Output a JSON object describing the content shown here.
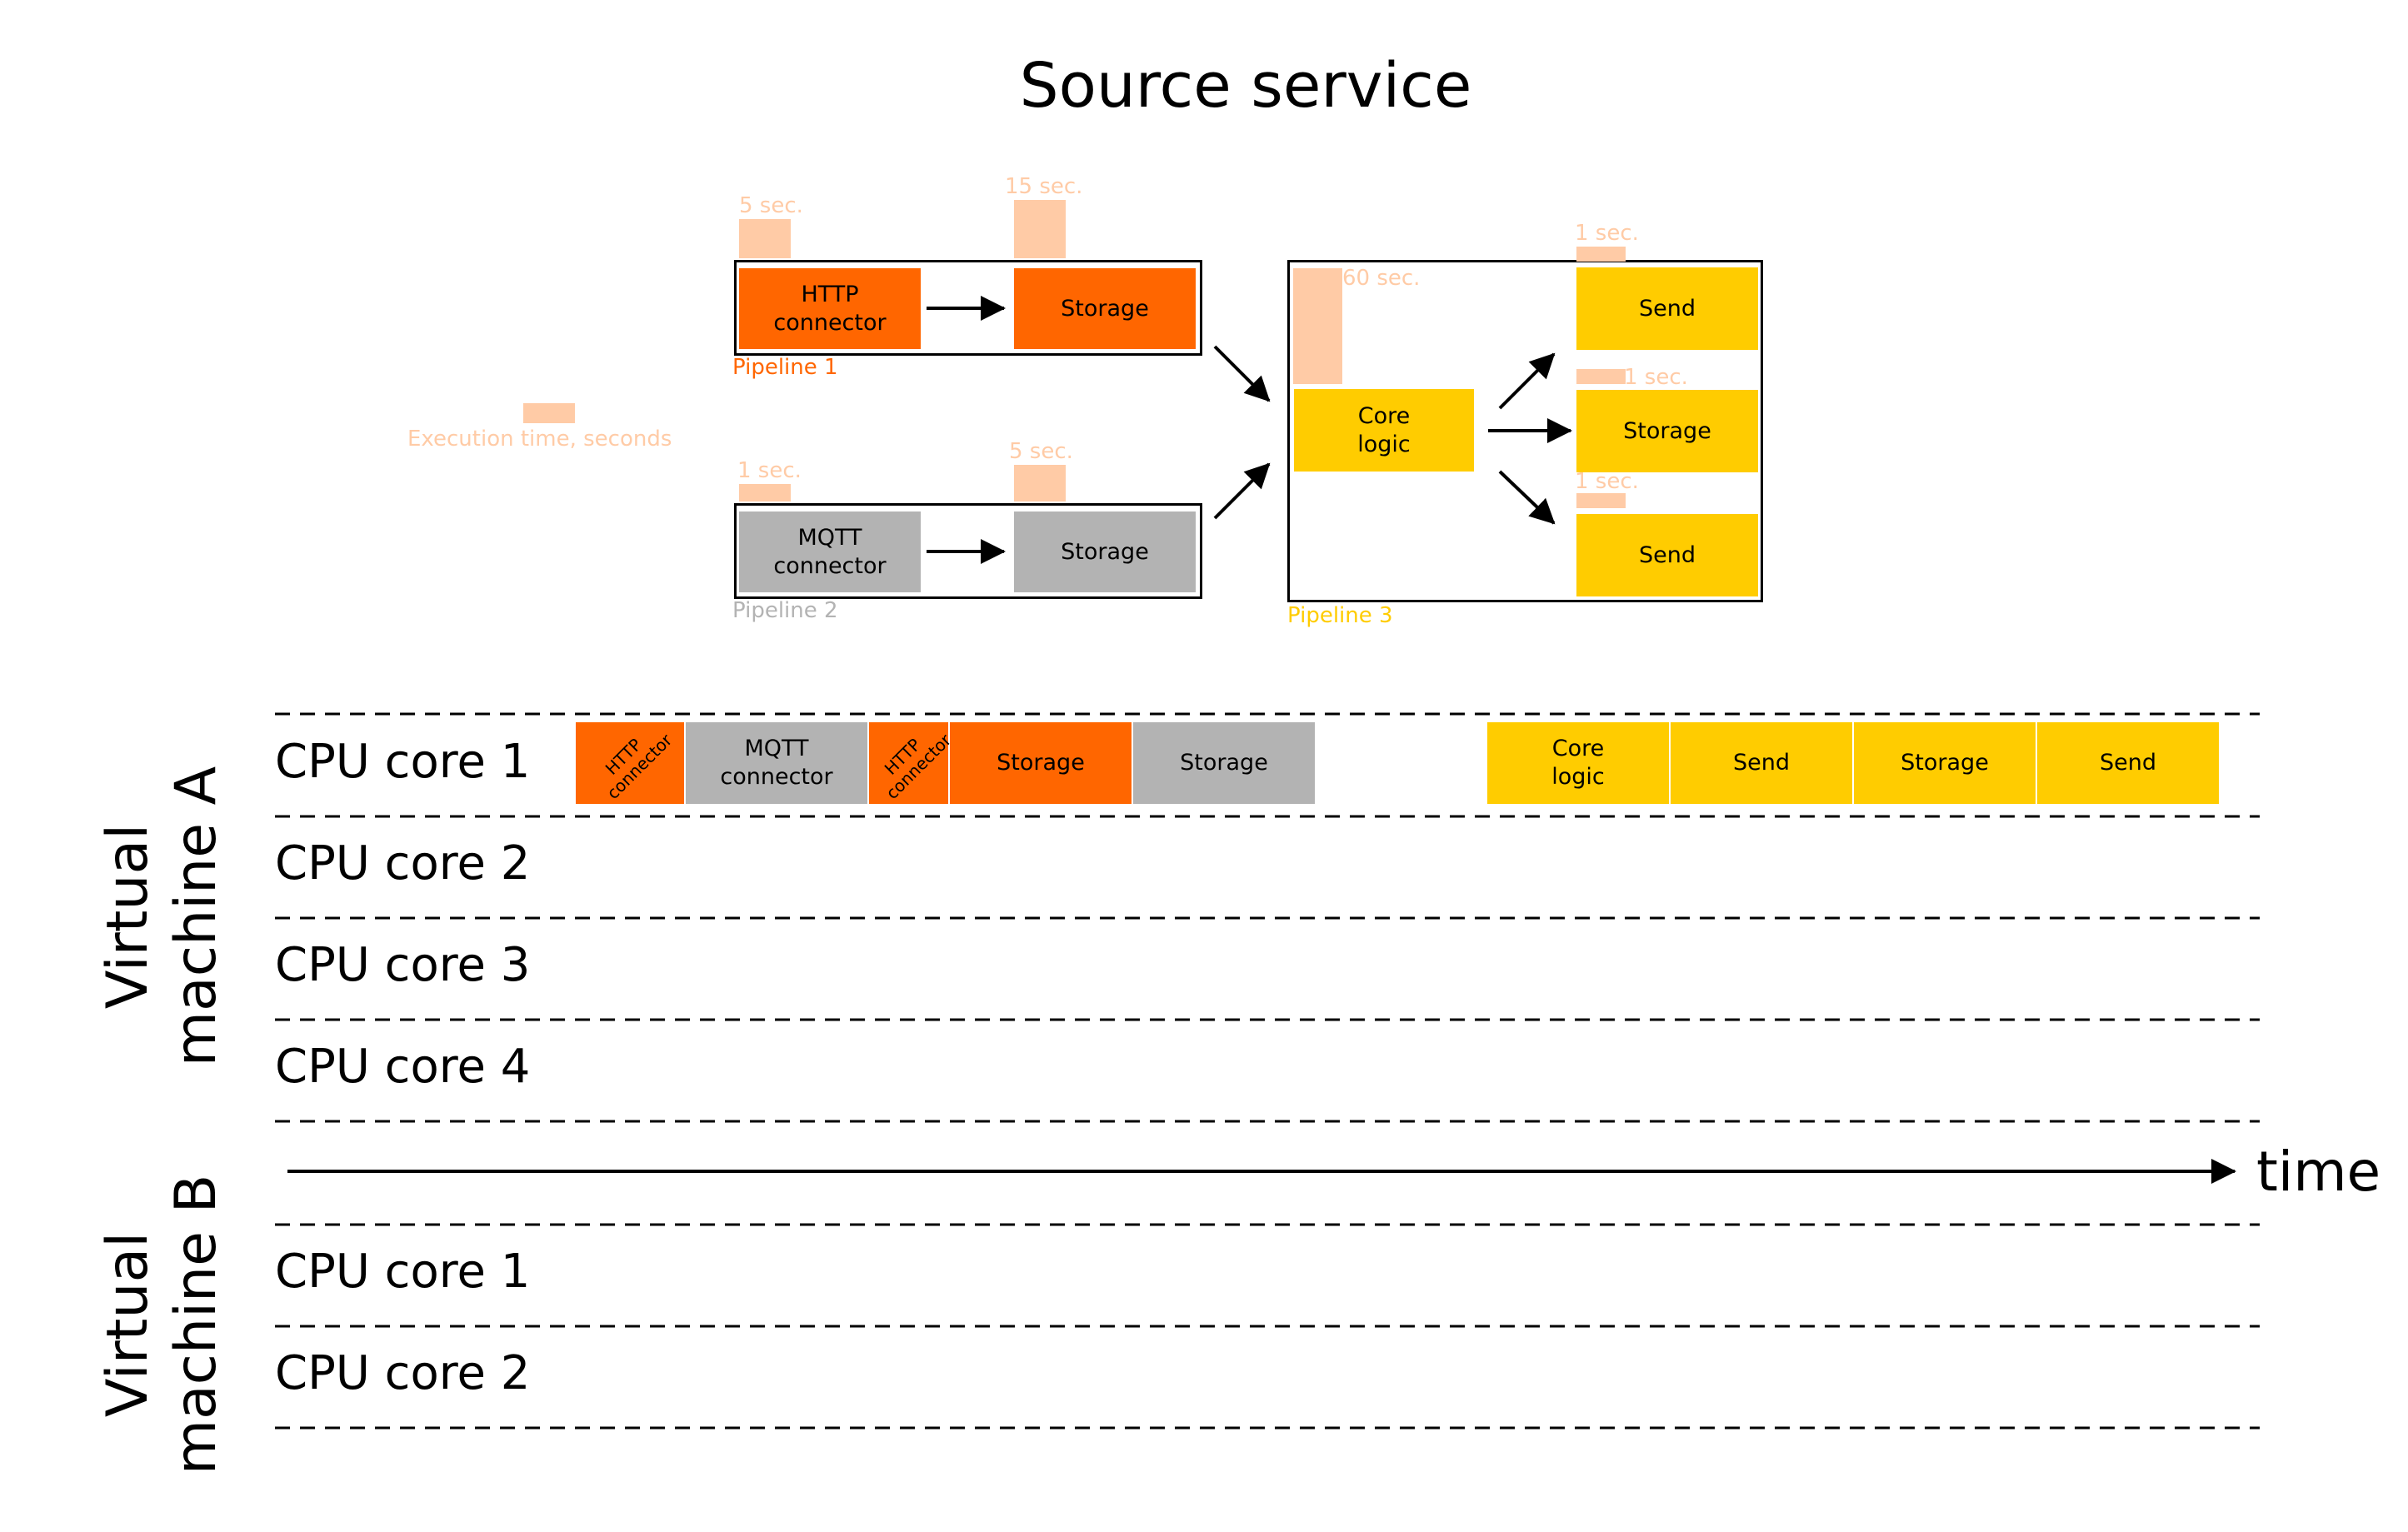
{
  "title": "Source service",
  "legend": {
    "label": "Execution time, seconds"
  },
  "pipelines": [
    {
      "label": "Pipeline 1",
      "color": "#ff6600",
      "stages": [
        {
          "label": "HTTP connector",
          "time": "5 sec."
        },
        {
          "label": "Storage",
          "time": "15 sec."
        }
      ]
    },
    {
      "label": "Pipeline 2",
      "color": "#b3b3b3",
      "stages": [
        {
          "label": "MQTT connector",
          "time": "1 sec."
        },
        {
          "label": "Storage",
          "time": "5 sec."
        }
      ]
    },
    {
      "label": "Pipeline 3",
      "color": "#ffcc00",
      "stages": [
        {
          "label": "Core logic",
          "time": "60 sec."
        },
        {
          "label": "Send",
          "time": "1 sec."
        },
        {
          "label": "Storage",
          "time": "1 sec."
        },
        {
          "label": "Send",
          "time": "1 sec."
        }
      ]
    }
  ],
  "timeline": {
    "vm_a": {
      "label": "Virtual machine A",
      "cores": [
        "CPU core 1",
        "CPU core 2",
        "CPU core 3",
        "CPU core 4"
      ]
    },
    "vm_b": {
      "label": "Virtual machine B",
      "cores": [
        "CPU core 1",
        "CPU core 2"
      ]
    },
    "axis_label": "time",
    "core1_tasks": [
      {
        "label": "HTTP connector",
        "pipeline": "Pipeline 1"
      },
      {
        "label": "MQTT connector",
        "pipeline": "Pipeline 2"
      },
      {
        "label": "HTTP connector",
        "pipeline": "Pipeline 1"
      },
      {
        "label": "Storage",
        "pipeline": "Pipeline 1"
      },
      {
        "label": "Storage",
        "pipeline": "Pipeline 2"
      },
      {
        "label": "Core logic",
        "pipeline": "Pipeline 3"
      },
      {
        "label": "Send",
        "pipeline": "Pipeline 3"
      },
      {
        "label": "Storage",
        "pipeline": "Pipeline 3"
      },
      {
        "label": "Send",
        "pipeline": "Pipeline 3"
      }
    ]
  },
  "colors": {
    "pipeline1": "#ff6600",
    "pipeline2": "#b3b3b3",
    "pipeline3": "#ffcc00",
    "time_bar": "#ffcba6"
  }
}
